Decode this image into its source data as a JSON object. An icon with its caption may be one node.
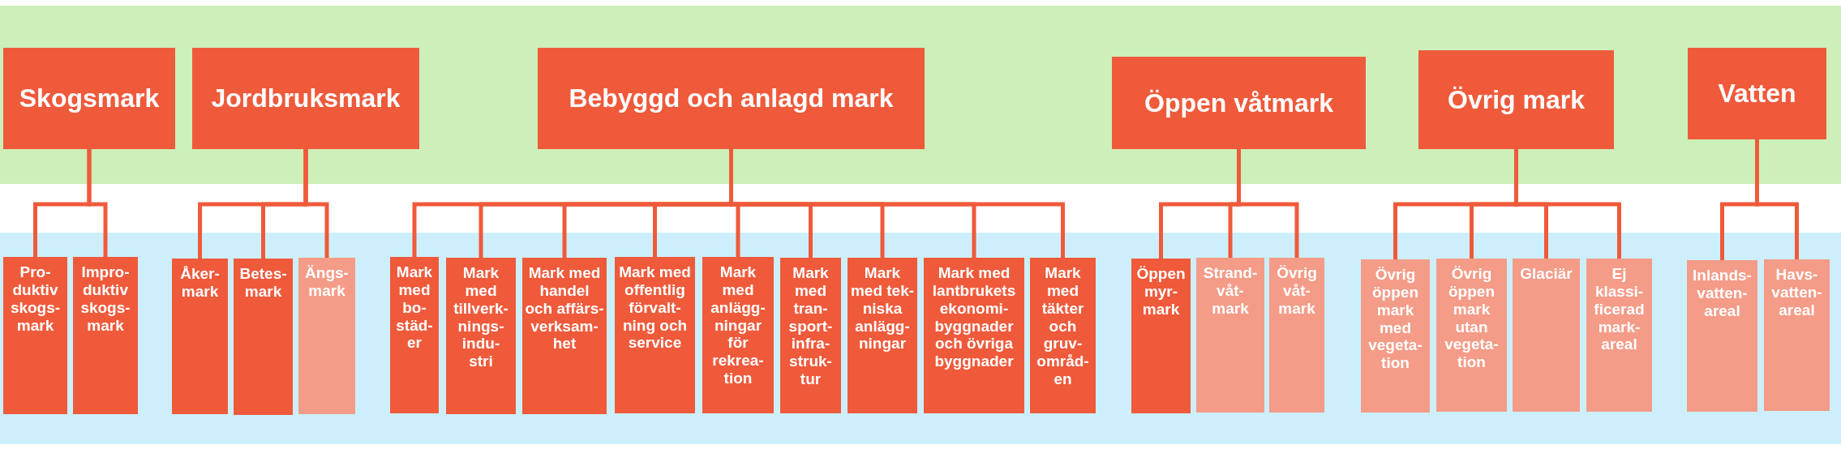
{
  "diagram": {
    "nodes": [
      {
        "text": [
          "Skogsmark"
        ]
      },
      {
        "text": [
          "Jordbruksmark"
        ]
      },
      {
        "text": [
          "Bebyggd och anlagd mark"
        ]
      },
      {
        "text": [
          "Öppen våtmark"
        ]
      },
      {
        "text": [
          "Övrig mark"
        ]
      },
      {
        "text": [
          "Vatten"
        ]
      },
      {
        "text": [
          "Pro- duktiv skogs- mark"
        ]
      },
      {
        "text": [
          "Impro- duktiv skogs- mark"
        ]
      },
      {
        "text": [
          "Åker- mark"
        ]
      },
      {
        "text": [
          "Betes- mark"
        ]
      },
      {
        "text": [
          "Ängs- mark"
        ]
      },
      {
        "text": [
          "Mark med bo- städ- er"
        ]
      },
      {
        "text": [
          "Mark med tillverk- nings- indu- stri"
        ]
      },
      {
        "text": [
          "Mark med handel och affärs- verksam- het"
        ]
      },
      {
        "text": [
          "Mark med offentlig förvalt- ning och service"
        ]
      },
      {
        "text": [
          "Mark med anlägg- ningar för rekrea- tion"
        ]
      },
      {
        "text": [
          "Mark med tran- sport- infra- struk- tur"
        ]
      },
      {
        "text": [
          "Mark med tek- niska anlägg- ningar"
        ]
      },
      {
        "text": [
          "Mark med lantbrukets ekonomi- byggnader och övriga byggnader"
        ]
      },
      {
        "text": [
          "Mark med täkter och gruv- områd- en"
        ]
      },
      {
        "text": [
          "Öppen myr- mark"
        ]
      },
      {
        "text": [
          "Strand- våt- mark"
        ]
      },
      {
        "text": [
          "Övrig våt- mark"
        ]
      },
      {
        "text": [
          "Övrig öppen mark med vegeta- tion"
        ]
      },
      {
        "text": [
          "Övrig öppen mark utan vegeta- tion"
        ]
      },
      {
        "text": [
          "Glaciär"
        ]
      },
      {
        "text": [
          "Ej klassi- ficerad mark- areal"
        ]
      },
      {
        "text": [
          "Inlands- vatten- areal"
        ]
      },
      {
        "text": [
          "Havs- vatten- areal"
        ]
      }
    ],
    "edges": [
      {
        "from": 0,
        "to": 6,
        "arrow": "none"
      },
      {
        "from": 0,
        "to": 7,
        "arrow": "none"
      },
      {
        "from": 1,
        "to": 8,
        "arrow": "none"
      },
      {
        "from": 1,
        "to": 9,
        "arrow": "none"
      },
      {
        "from": 1,
        "to": 10,
        "arrow": "none"
      },
      {
        "from": 2,
        "to": 11,
        "arrow": "none"
      },
      {
        "from": 2,
        "to": 12,
        "arrow": "none"
      },
      {
        "from": 2,
        "to": 13,
        "arrow": "none"
      },
      {
        "from": 2,
        "to": 14,
        "arrow": "none"
      },
      {
        "from": 2,
        "to": 15,
        "arrow": "none"
      },
      {
        "from": 2,
        "to": 16,
        "arrow": "none"
      },
      {
        "from": 2,
        "to": 17,
        "arrow": "none"
      },
      {
        "from": 2,
        "to": 18,
        "arrow": "none"
      },
      {
        "from": 2,
        "to": 19,
        "arrow": "none"
      },
      {
        "from": 3,
        "to": 20,
        "arrow": "none"
      },
      {
        "from": 3,
        "to": 21,
        "arrow": "none"
      },
      {
        "from": 3,
        "to": 22,
        "arrow": "none"
      },
      {
        "from": 4,
        "to": 23,
        "arrow": "none"
      },
      {
        "from": 4,
        "to": 24,
        "arrow": "none"
      },
      {
        "from": 4,
        "to": 25,
        "arrow": "none"
      },
      {
        "from": 4,
        "to": 26,
        "arrow": "none"
      },
      {
        "from": 5,
        "to": 27,
        "arrow": "none"
      },
      {
        "from": 5,
        "to": 28,
        "arrow": "none"
      }
    ]
  }
}
